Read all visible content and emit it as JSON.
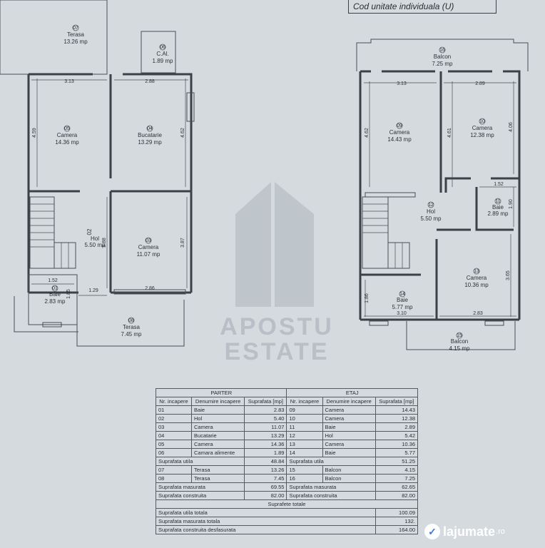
{
  "header": {
    "cod": "Cod unitate individuala (U)"
  },
  "watermark": {
    "line1": "APOSTU",
    "line2": "ESTATE"
  },
  "ground": {
    "rooms": [
      {
        "no": "07",
        "name": "Terasa",
        "area": "13.26 mp"
      },
      {
        "no": "06",
        "name": "C.Al.",
        "area": "1.89 mp"
      },
      {
        "no": "05",
        "name": "Camera",
        "area": "14.36 mp"
      },
      {
        "no": "04",
        "name": "Bucatarie",
        "area": "13.29 mp"
      },
      {
        "no": "02",
        "name": "Hol",
        "area": "5.50 mp"
      },
      {
        "no": "03",
        "name": "Camera",
        "area": "11.07 mp"
      },
      {
        "no": "01",
        "name": "Baie",
        "area": "2.83 mp"
      },
      {
        "no": "08",
        "name": "Terasa",
        "area": "7.45 mp"
      }
    ],
    "dims": [
      "3.13",
      "2.88",
      "4.59",
      "4.62",
      "3.88",
      "3.87",
      "1.52",
      "1.85",
      "1.29",
      "2.86"
    ]
  },
  "upper": {
    "rooms": [
      {
        "no": "16",
        "name": "Balcon",
        "area": "7.25 mp"
      },
      {
        "no": "09",
        "name": "Camera",
        "area": "14.43 mp"
      },
      {
        "no": "10",
        "name": "Camera",
        "area": "12.38 mp"
      },
      {
        "no": "12",
        "name": "Hol",
        "area": "5.50 mp"
      },
      {
        "no": "11",
        "name": "Baie",
        "area": "2.89 mp"
      },
      {
        "no": "13",
        "name": "Camera",
        "area": "10.36 mp"
      },
      {
        "no": "14",
        "name": "Baie",
        "area": "5.77 mp"
      },
      {
        "no": "15",
        "name": "Balcon",
        "area": "4.15 mp"
      }
    ],
    "dims": [
      "3.13",
      "2.89",
      "4.62",
      "4.61",
      "4.06",
      "1.52",
      "1.90",
      "3.65",
      "1.86",
      "3.10",
      "2.83"
    ]
  },
  "table": {
    "parter": "PARTER",
    "etaj": "ETAJ",
    "col_nr": "Nr. incapere",
    "col_den": "Denumire incapere",
    "col_sup": "Suprafata [mp]",
    "rows": [
      [
        "01",
        "Baie",
        "2.83",
        "09",
        "Camera",
        "14.43"
      ],
      [
        "02",
        "Hol",
        "5.40",
        "10",
        "Camera",
        "12.38"
      ],
      [
        "03",
        "Camera",
        "11.07",
        "11",
        "Baie",
        "2.89"
      ],
      [
        "04",
        "Bucatarie",
        "13.29",
        "12",
        "Hol",
        "5.42"
      ],
      [
        "05",
        "Camera",
        "14.36",
        "13",
        "Camera",
        "10.36"
      ],
      [
        "06",
        "Camara alimente",
        "1.89",
        "14",
        "Baie",
        "5.77"
      ]
    ],
    "utila": [
      "Suprafata utila",
      "48.84",
      "Suprafata utila",
      "51.25"
    ],
    "rows2": [
      [
        "07",
        "Terasa",
        "13.26",
        "15",
        "Balcon",
        "4.15"
      ],
      [
        "08",
        "Terasa",
        "7.45",
        "16",
        "Balcon",
        "7.25"
      ]
    ],
    "masurata": [
      "Suprafata masurata",
      "69.55",
      "Suprafata masurata",
      "62.65"
    ],
    "construita": [
      "Suprafata construita",
      "82.00",
      "Suprafata construita",
      "82.00"
    ],
    "totale_title": "Suprafete totale",
    "totals": [
      [
        "Suprafata utila totala",
        "100.09"
      ],
      [
        "Suprafata masurata totala",
        "132."
      ],
      [
        "Suprafata construita desfasurata",
        "164.00"
      ]
    ]
  },
  "logo": {
    "text": "lajumate",
    "tld": ".ro"
  }
}
